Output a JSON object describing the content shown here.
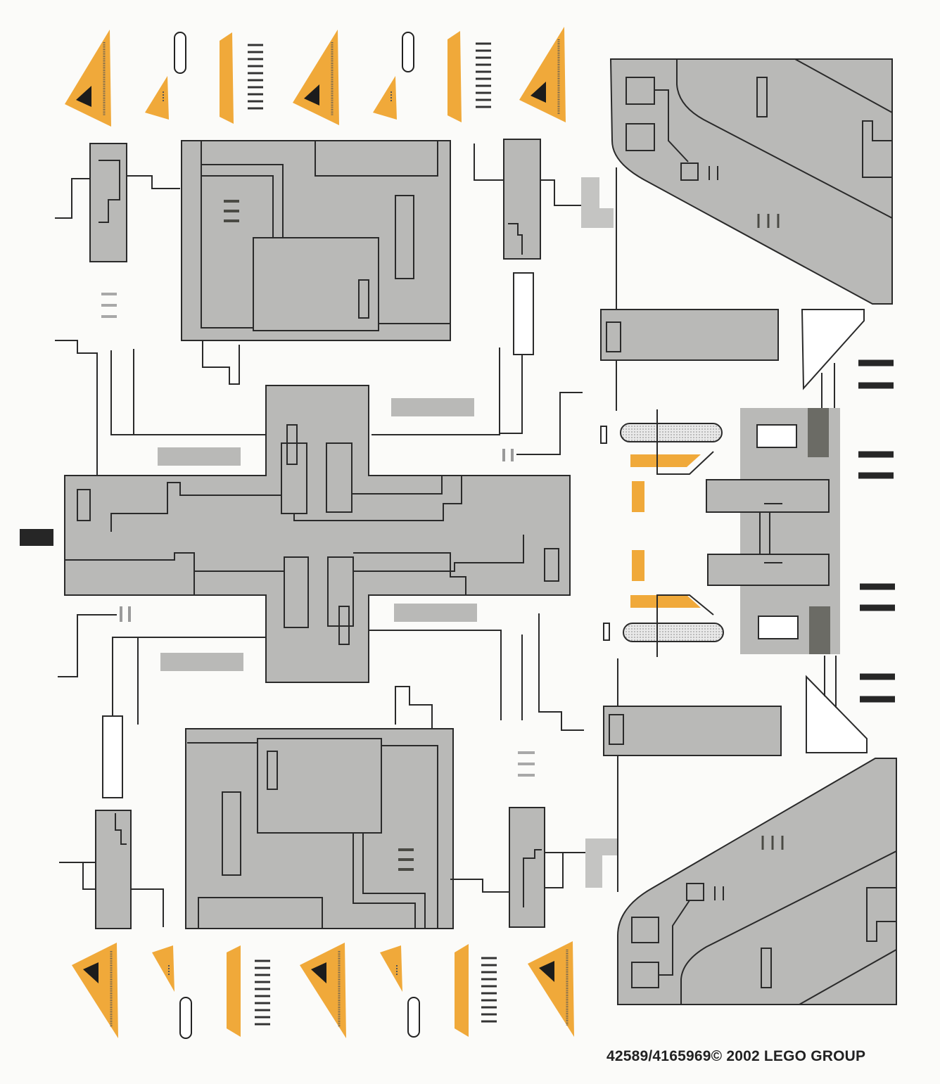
{
  "sheet": {
    "product_code": "42589/4165969",
    "copyright_symbol": "©",
    "year": "2002",
    "company": "LEGO GROUP"
  },
  "colors": {
    "background": "#fbfbf9",
    "panel_gray": "#b9b9b7",
    "panel_light": "#c4c4c2",
    "line_dark": "#2a2a2a",
    "accent_orange": "#f0a93a",
    "dark_gray_block": "#6b6b65",
    "black_stripe": "#262626"
  },
  "icons": [
    "warning-triangle-decal",
    "oval-light-decal",
    "vent-stripes-decal",
    "capsule-light-decal",
    "grill-decal"
  ]
}
